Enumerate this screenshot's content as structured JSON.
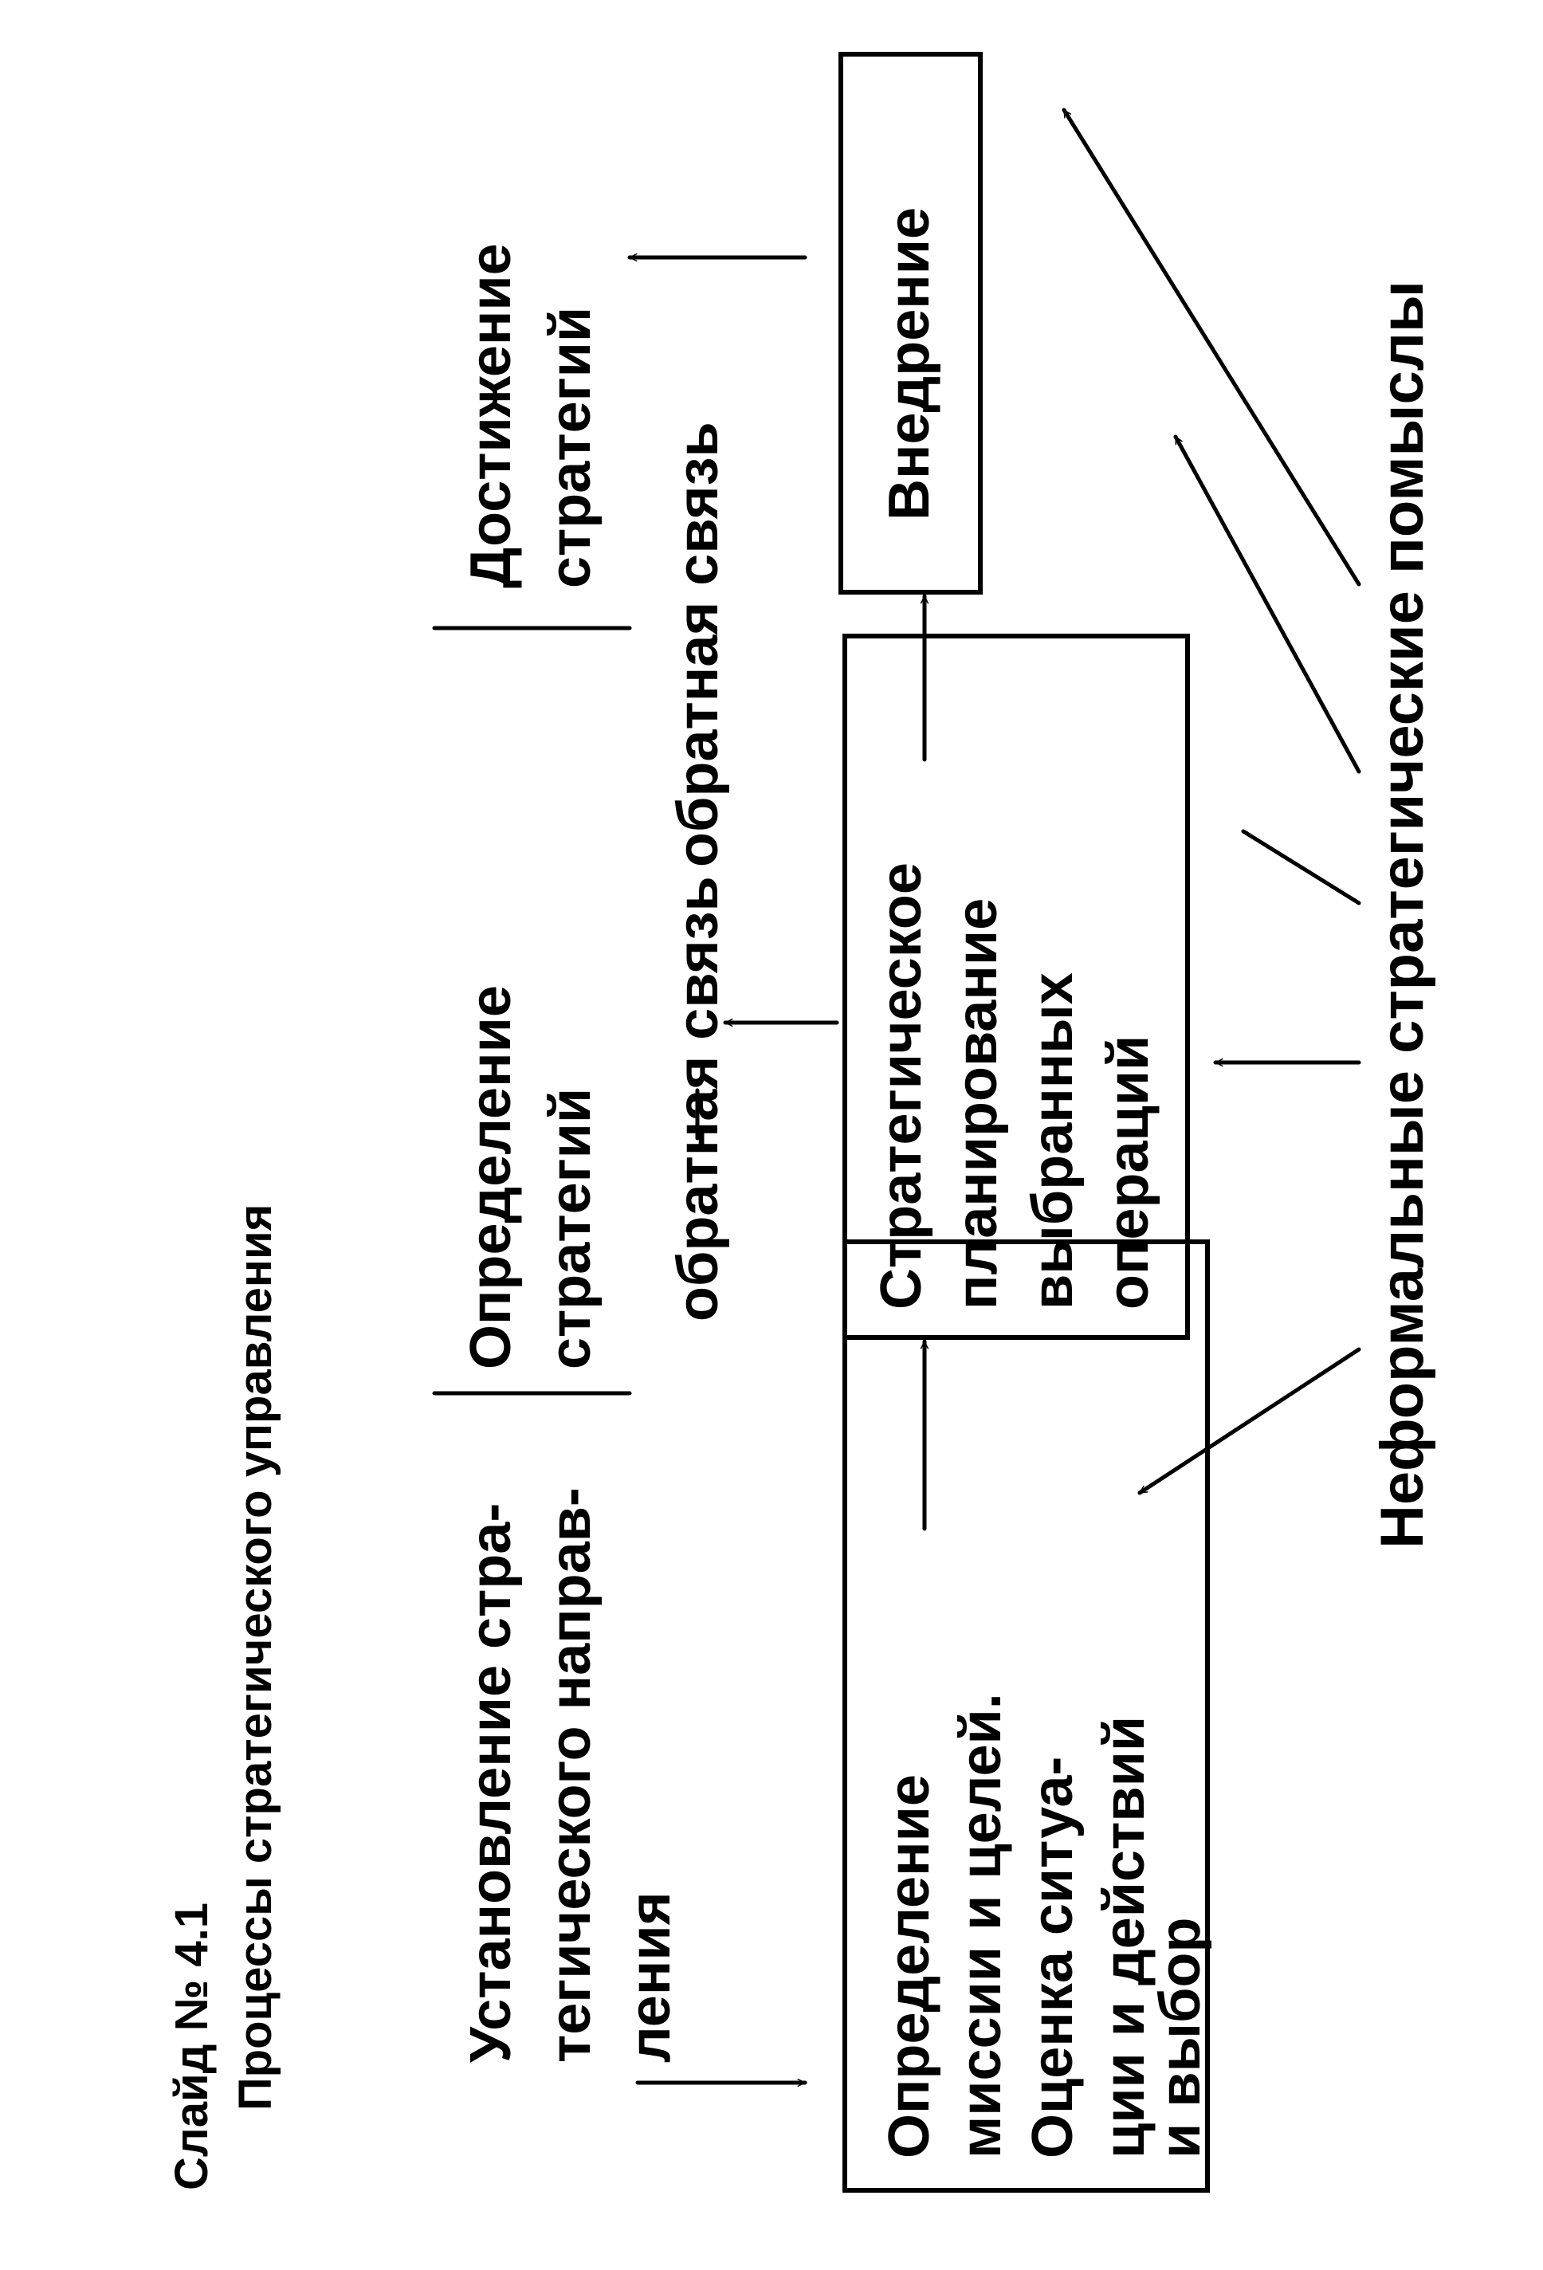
{
  "slide_number": "Слайд № 4.1",
  "slide_title": "Процессы стратегического управления",
  "phases": {
    "phase1": [
      "Установление стра-",
      "тегического направ-",
      "ления"
    ],
    "phase2": [
      "Определение",
      "стратегий"
    ],
    "phase3": [
      "Достижение",
      "стратегий"
    ]
  },
  "feedback_labels": {
    "feedback_1": "обратная связь",
    "feedback_2": "обратная связь"
  },
  "boxes": {
    "box_mission": [
      "Определение",
      "миссии и целей.",
      "Оценка ситуа-",
      "ции и действий",
      "и выбор"
    ],
    "box_planning": [
      "Стратегическое",
      "планирование",
      "выбранных",
      "операций"
    ],
    "box_implementation": [
      "Внедрение"
    ]
  },
  "informal_label": "Неформальные стратегические помыслы",
  "colors": {
    "ink": "#000000",
    "paper": "#ffffff"
  }
}
